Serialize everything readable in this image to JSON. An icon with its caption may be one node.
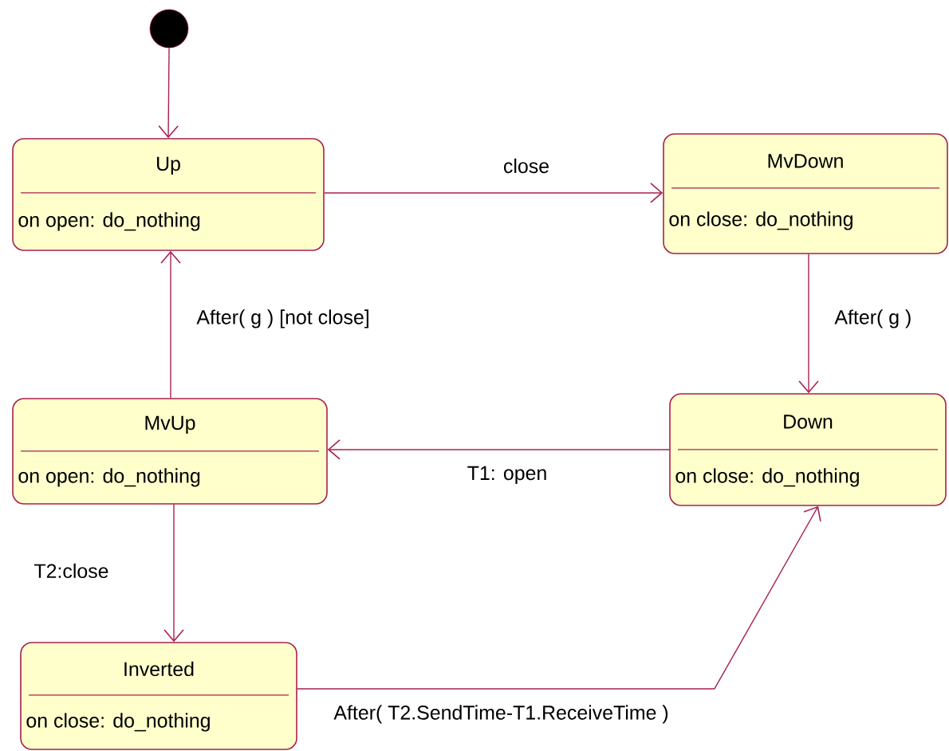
{
  "diagram": {
    "nodes": [
      {
        "text": [],
        "shape": "circle"
      },
      {
        "text": [
          "Up",
          "on open: do_nothing"
        ]
      },
      {
        "text": [
          "MvDown",
          "on close: do_nothing"
        ]
      },
      {
        "text": [
          "MvUp",
          "on open: do_nothing"
        ]
      },
      {
        "text": [
          "Down",
          "on close: do_nothing"
        ]
      },
      {
        "text": [
          "Inverted",
          "on close: do_nothing"
        ]
      }
    ],
    "edges": [
      {
        "from": 0,
        "to": 1,
        "arrow": "to"
      },
      {
        "from": 1,
        "to": 2,
        "arrow": "to",
        "label": "close"
      },
      {
        "from": 2,
        "to": 4,
        "arrow": "to",
        "label": "After( g )"
      },
      {
        "from": 4,
        "to": 3,
        "arrow": "to",
        "label": "T1: open"
      },
      {
        "from": 3,
        "to": 1,
        "arrow": "to",
        "label": "After( g ) [not close]"
      },
      {
        "from": 3,
        "to": 5,
        "arrow": "to",
        "label": "T2:close"
      },
      {
        "from": 5,
        "to": 4,
        "arrow": "to",
        "label": "After( T2.SendTime-T1.ReceiveTime )"
      }
    ]
  }
}
